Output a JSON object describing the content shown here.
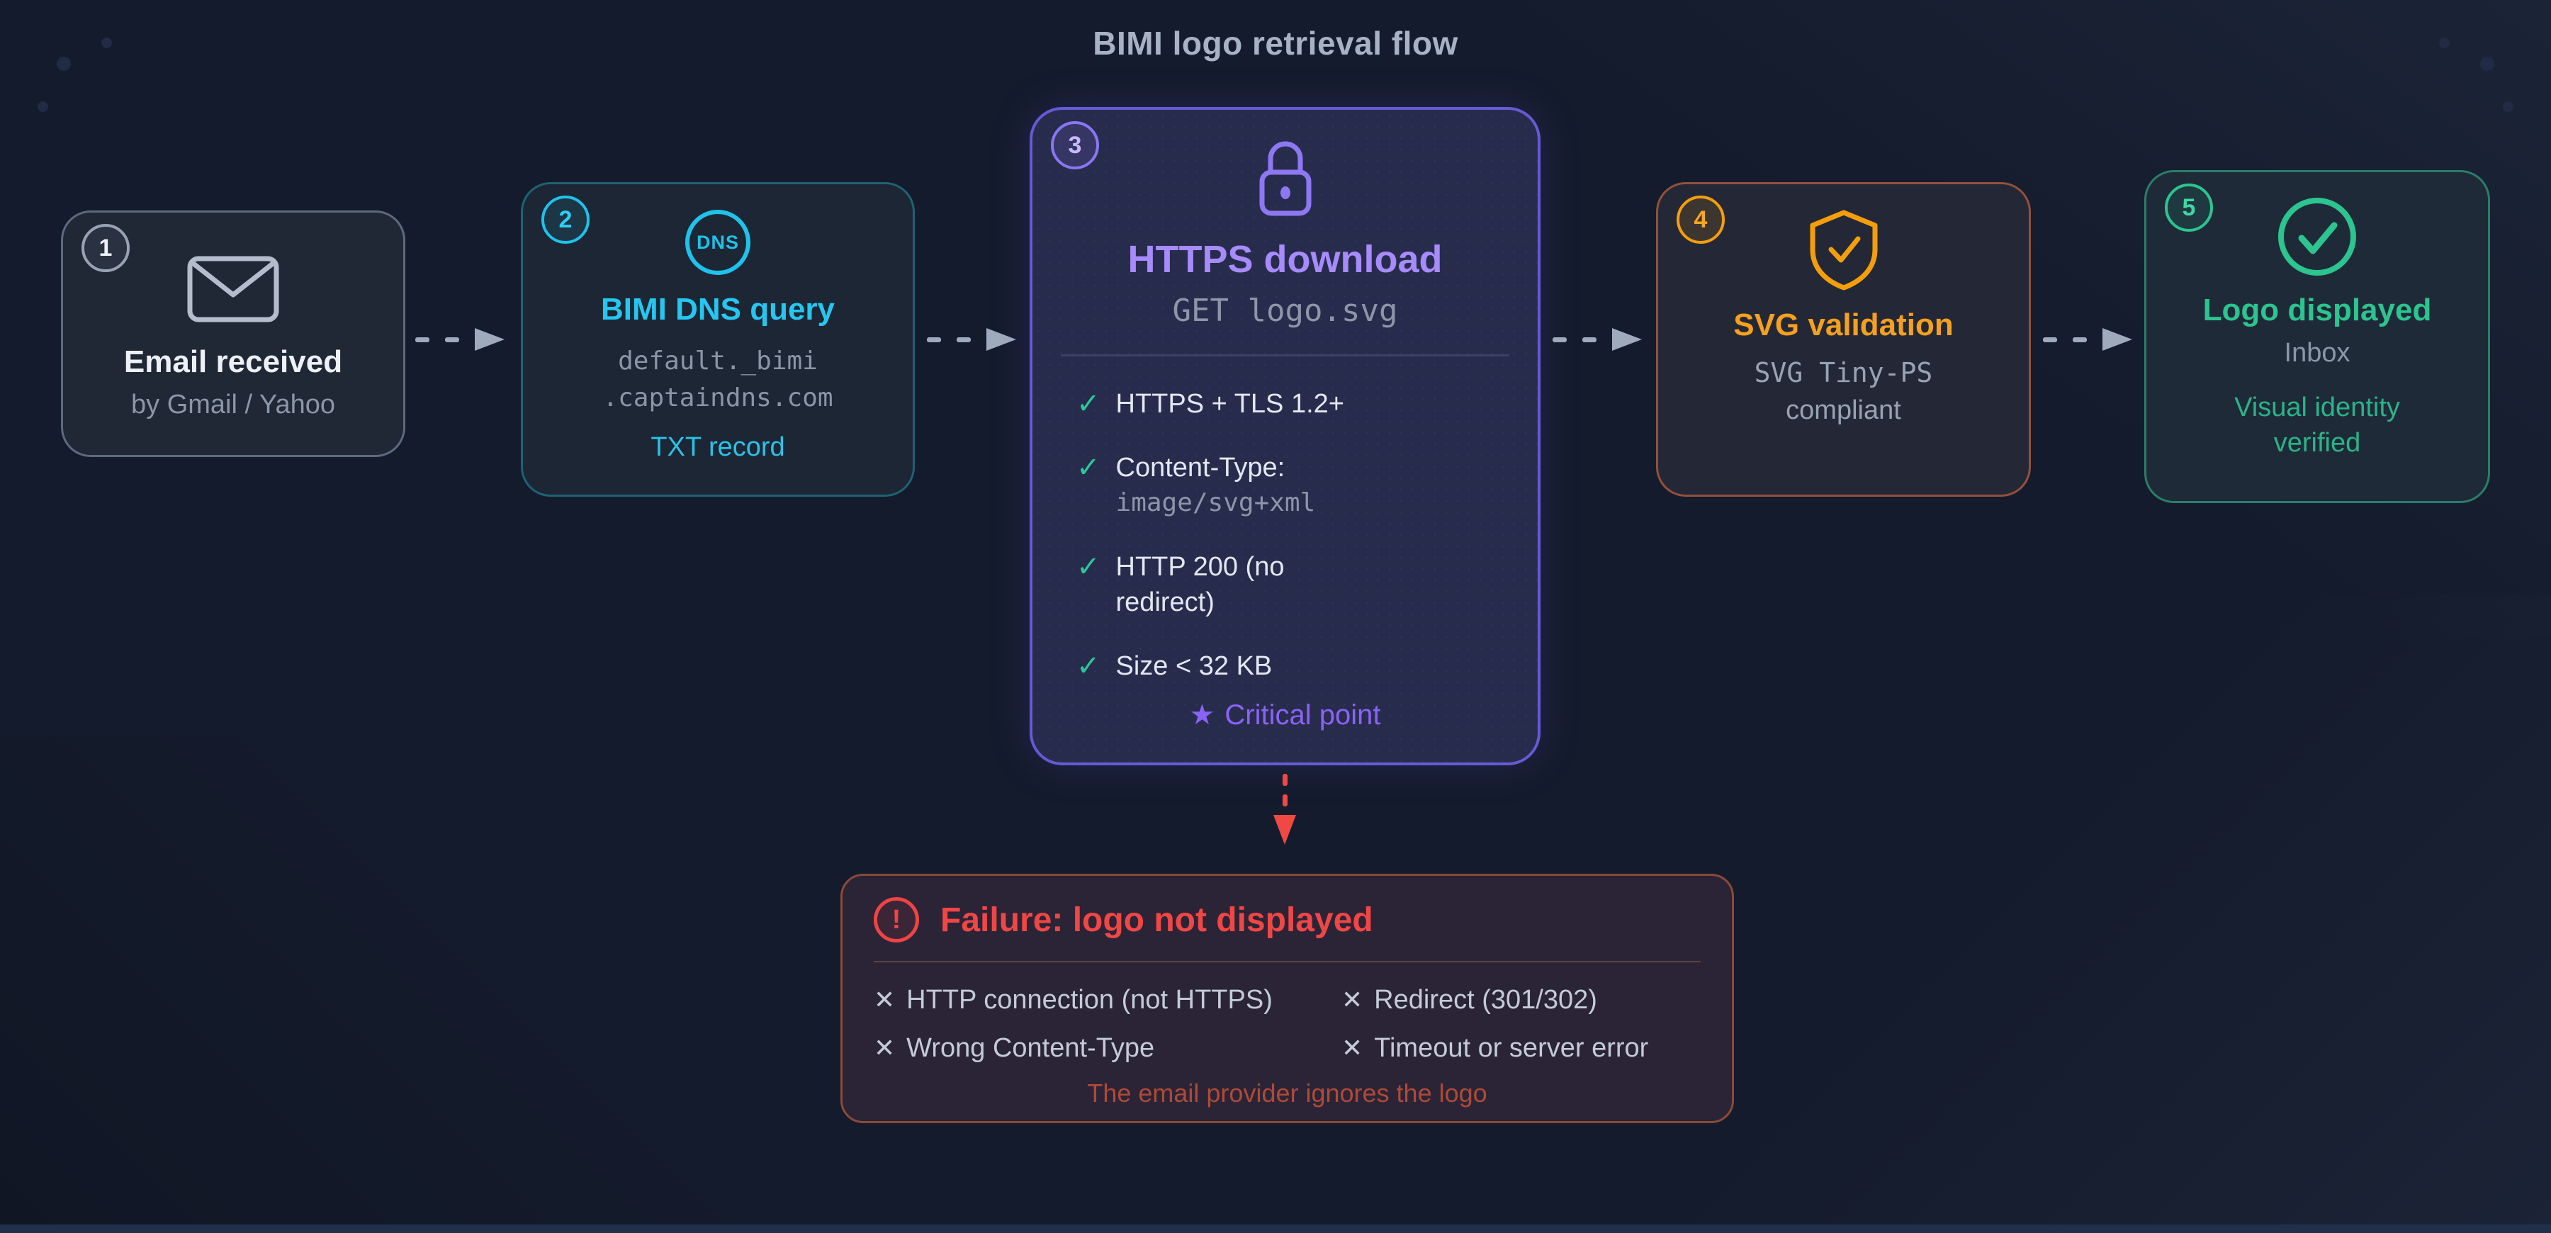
{
  "page": {
    "title": "BIMI logo retrieval flow"
  },
  "glyphs": {
    "check": "✓",
    "cross": "✕",
    "star": "★",
    "alert": "!"
  },
  "accents": {
    "step1": "#8e9bad",
    "step2": "#22c6ee",
    "step3": "#8b72f5",
    "step4": "#f59e0b",
    "step5": "#2cc48f",
    "failure": "#ef4444",
    "arrow": "#9fabbd"
  },
  "steps": [
    {
      "num": "1",
      "title": "Email received",
      "subtitle": "by Gmail / Yahoo"
    },
    {
      "num": "2",
      "icon_label": "DNS",
      "title": "BIMI DNS query",
      "domain_line1": "default._bimi",
      "domain_line2": ".captaindns.com",
      "footer": "TXT record"
    },
    {
      "num": "3",
      "title": "HTTPS download",
      "subtitle": "GET logo.svg",
      "checks": [
        {
          "text": "HTTPS + TLS 1.2+"
        },
        {
          "text": "Content-Type:",
          "code": "image/svg+xml"
        },
        {
          "text": "HTTP 200 (no redirect)"
        },
        {
          "text": "Size < 32 KB"
        }
      ],
      "critical_label": "Critical point"
    },
    {
      "num": "4",
      "title": "SVG validation",
      "sub_mono": "SVG Tiny-PS",
      "sub_text": "compliant"
    },
    {
      "num": "5",
      "title": "Logo displayed",
      "subtitle": "Inbox",
      "footer": "Visual identity verified"
    }
  ],
  "failure": {
    "title": "Failure: logo not displayed",
    "items": [
      "HTTP connection (not HTTPS)",
      "Redirect (301/302)",
      "Wrong Content-Type",
      "Timeout or server error"
    ],
    "note": "The email provider ignores the logo"
  }
}
